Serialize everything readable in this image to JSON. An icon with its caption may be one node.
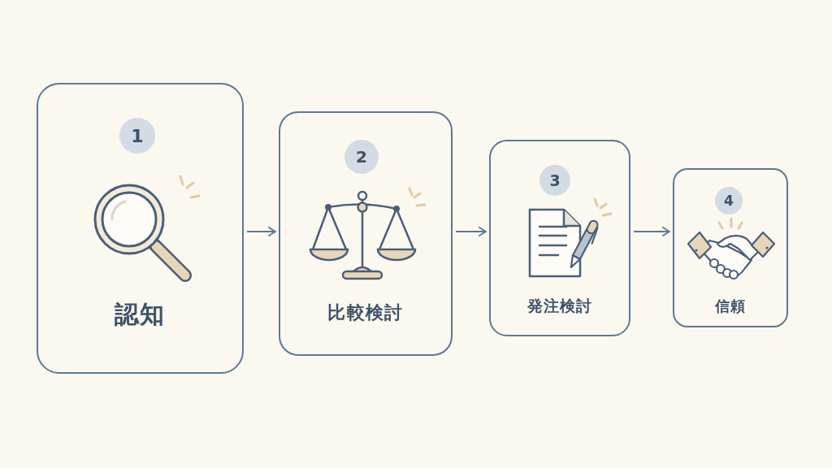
{
  "diagram": {
    "nodes": [
      {
        "text": [
          "1",
          "認知"
        ]
      },
      {
        "text": [
          "2",
          "比較検討"
        ]
      },
      {
        "text": [
          "3",
          "発注検討"
        ]
      },
      {
        "text": [
          "4",
          "信頼"
        ]
      }
    ],
    "edges": [
      {
        "from": 0,
        "to": 1,
        "arrow": "to"
      },
      {
        "from": 1,
        "to": 2,
        "arrow": "to"
      },
      {
        "from": 2,
        "to": 3,
        "arrow": "to"
      }
    ]
  }
}
